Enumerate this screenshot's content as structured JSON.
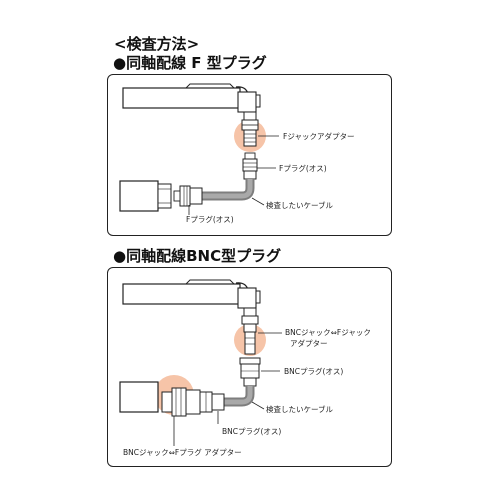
{
  "page_title": "<検査方法>",
  "sections": [
    {
      "title": "●同軸配線 F 型プラグ",
      "labels": {
        "f_jack_adapter": "Fジャックアダプター",
        "f_plug_male_top": "Fプラグ(オス)",
        "cable": "検査したいケーブル",
        "f_plug_male_bottom": "Fプラグ(オス)"
      }
    },
    {
      "title": "●同軸配線BNC型プラグ",
      "labels": {
        "bnc_f_adapter_line1": "BNCジャック⇔Fジャック",
        "bnc_f_adapter_line2": "アダプター",
        "bnc_plug_male_top": "BNCプラグ(オス)",
        "cable": "検査したいケーブル",
        "bnc_plug_male_bottom": "BNCプラグ(オス)",
        "bnc_jack_f_plug_adapter": "BNCジャック⇔Fプラグ アダプター"
      }
    }
  ],
  "colors": {
    "highlight": "#f6c4a8",
    "device_fill": "#ffffff",
    "cable_gray": "#8a8a8a",
    "line": "#222222"
  }
}
